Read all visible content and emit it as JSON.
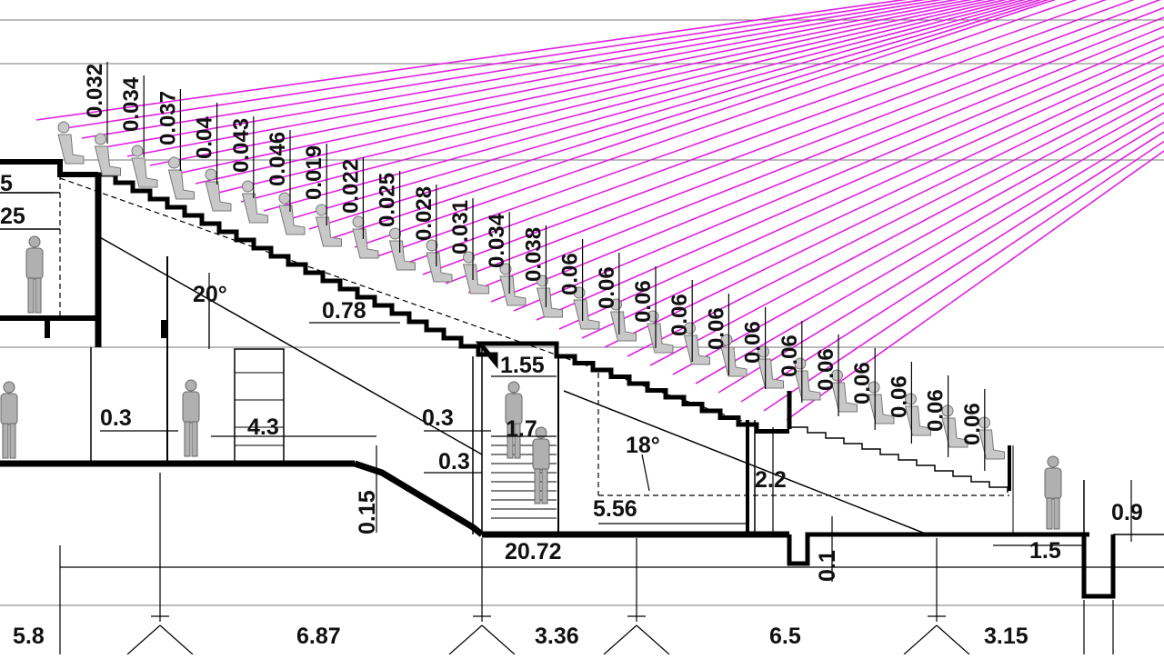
{
  "section": {
    "angles": {
      "upper": "20°",
      "lower": "18°"
    },
    "upper_tier_dims": [
      "0.032",
      "0.034",
      "0.037",
      "0.04",
      "0.043",
      "0.046",
      "0.019",
      "0.022",
      "0.025",
      "0.028",
      "0.031",
      "0.034",
      "0.038",
      "0.06",
      "0.06",
      "0.06",
      "0.06",
      "0.06",
      "0.06",
      "0.06"
    ],
    "lower_tier_dims": [
      "0.06",
      "0.06",
      "0.06",
      "0.06",
      "0.06"
    ],
    "left_partial": [
      "5",
      "25"
    ],
    "labels": {
      "d_078": "0.78",
      "d_155": "1.55",
      "d_03_a": "0.3",
      "d_43": "4.3",
      "d_03_b": "0.3",
      "d_17": "1.7",
      "d_03_c": "0.3",
      "d_015": "0.15",
      "d_556": "5.56",
      "d_22": "2.2",
      "d_2072": "20.72",
      "d_01": "0.1",
      "d_15": "1.5",
      "d_09": "0.9"
    },
    "bottom_dims": [
      "5.8",
      "6.87",
      "3.36",
      "6.5",
      "3.15"
    ],
    "colors": {
      "sightline": "#e020e0",
      "line": "#000000",
      "figure": "#9a9a9a"
    }
  }
}
